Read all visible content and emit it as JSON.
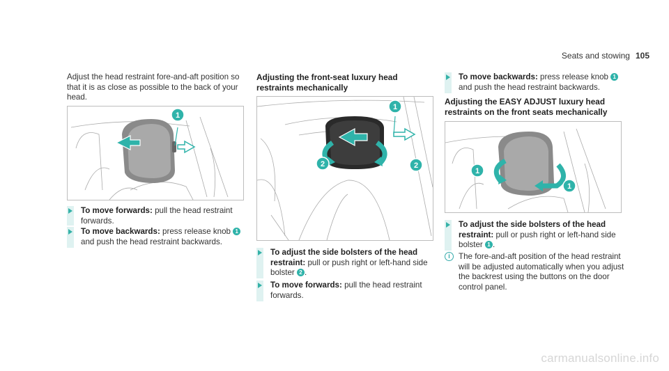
{
  "header": {
    "section": "Seats and stowing",
    "page": "105"
  },
  "col1": {
    "intro": "Adjust the head restraint fore-and-aft position so that it is as close as possible to the back of your head.",
    "steps": [
      {
        "bold": "To move forwards:",
        "text": " pull the head restraint forwards."
      },
      {
        "bold": "To move backwards:",
        "text_a": " press release knob ",
        "badge": "1",
        "text_b": " and push the head restraint backwards."
      }
    ]
  },
  "col2": {
    "heading": "Adjusting the front-seat luxury head restraints mechanically",
    "steps": [
      {
        "bold": "To adjust the side bolsters of the head restraint:",
        "text_a": " pull or push right or left-hand side bolster ",
        "badge": "2",
        "text_b": "."
      },
      {
        "bold": "To move forwards:",
        "text": " pull the head restraint forwards."
      }
    ]
  },
  "col3": {
    "step_top": {
      "bold": "To move backwards:",
      "text_a": " press release knob ",
      "badge": "1",
      "text_b": " and push the head restraint backwards."
    },
    "heading": "Adjusting the EASY ADJUST luxury head restraints on the front seats mechanically",
    "step": {
      "bold": "To adjust the side bolsters of the head restraint:",
      "text_a": " pull or push right or left-hand side bolster ",
      "badge": "1",
      "text_b": "."
    },
    "info_icon": "i",
    "note": "The fore-and-aft position of the head restraint will be adjusted automatically when you adjust the backrest using the buttons on the door control panel."
  },
  "figures": {
    "fig1_callouts": [
      "1"
    ],
    "fig2_callouts": [
      "1",
      "2",
      "2"
    ],
    "fig3_callouts": [
      "1",
      "1"
    ]
  },
  "watermark": "carmanualsonline.info",
  "colors": {
    "accent": "#2fb3aa",
    "arrow": "#35b2a8",
    "bar": "#dff2f1"
  }
}
